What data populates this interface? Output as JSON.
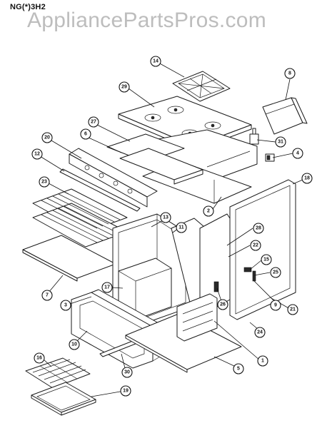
{
  "header": {
    "model": "NG(*)3H2",
    "watermark": "AppliancePartsPros.com"
  },
  "callouts": [
    {
      "id": "c14",
      "label": "14"
    },
    {
      "id": "c8",
      "label": "8"
    },
    {
      "id": "c29",
      "label": "29"
    },
    {
      "id": "c27",
      "label": "27"
    },
    {
      "id": "c6",
      "label": "6"
    },
    {
      "id": "c31",
      "label": "31"
    },
    {
      "id": "c20",
      "label": "20"
    },
    {
      "id": "c4",
      "label": "4"
    },
    {
      "id": "c12",
      "label": "12"
    },
    {
      "id": "c18",
      "label": "18"
    },
    {
      "id": "c23",
      "label": "23"
    },
    {
      "id": "c2",
      "label": "2"
    },
    {
      "id": "c13",
      "label": "13"
    },
    {
      "id": "c11",
      "label": "11"
    },
    {
      "id": "c28",
      "label": "28"
    },
    {
      "id": "c22",
      "label": "22"
    },
    {
      "id": "c15",
      "label": "15"
    },
    {
      "id": "c25",
      "label": "25"
    },
    {
      "id": "c7",
      "label": "7"
    },
    {
      "id": "c17",
      "label": "17"
    },
    {
      "id": "c3",
      "label": "3"
    },
    {
      "id": "c26",
      "label": "26"
    },
    {
      "id": "c9",
      "label": "9"
    },
    {
      "id": "c21",
      "label": "21"
    },
    {
      "id": "c24",
      "label": "24"
    },
    {
      "id": "c10",
      "label": "10"
    },
    {
      "id": "c1",
      "label": "1"
    },
    {
      "id": "c5",
      "label": "5"
    },
    {
      "id": "c30",
      "label": "30"
    },
    {
      "id": "c16",
      "label": "16"
    },
    {
      "id": "c19",
      "label": "19"
    }
  ]
}
